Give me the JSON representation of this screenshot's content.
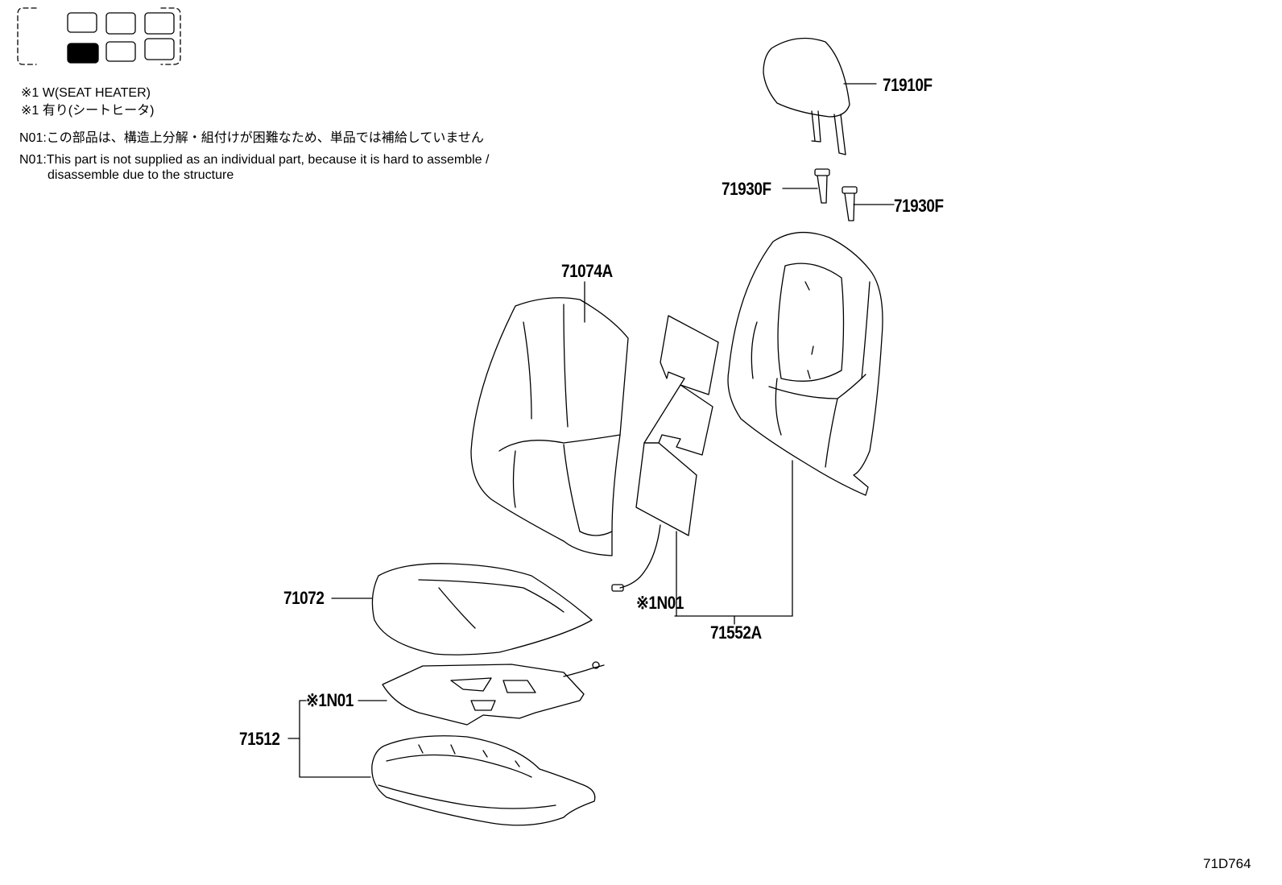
{
  "legend": {
    "icon": "seat-position-grid-icon",
    "note_en": "※1 W(SEAT HEATER)",
    "note_jp": "※1 有り(シートヒータ)",
    "n01_jp": "N01:この部品は、構造上分解・組付けが困難なため、単品では補給していません",
    "n01_en_line1": "N01:This part is not supplied as an individual part, because it is hard to assemble /",
    "n01_en_line2": "disassemble due to the structure"
  },
  "parts": {
    "headrest": "71910F",
    "guide_left": "71930F",
    "guide_right": "71930F",
    "back_cover": "71074A",
    "back_heater_note": "※1N01",
    "back_pad_assembly": "71552A",
    "cushion_cover": "71072",
    "cushion_heater_note": "※1N01",
    "cushion_pad_assembly": "71512"
  },
  "diagram_id": "71D764"
}
